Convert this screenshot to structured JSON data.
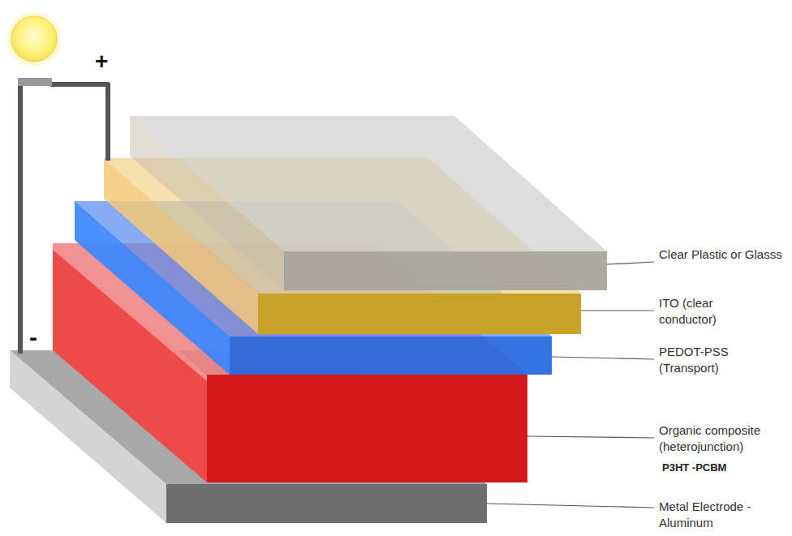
{
  "diagram": {
    "labels": [
      "+",
      "-",
      "Clear Plastic or Glasss",
      "ITO (clear conductor)",
      "PEDOT-PSS (Transport)",
      "Organic composite (heterojunction)",
      "P3HT -PCBM",
      "Metal Electrode - Aluminum"
    ]
  }
}
